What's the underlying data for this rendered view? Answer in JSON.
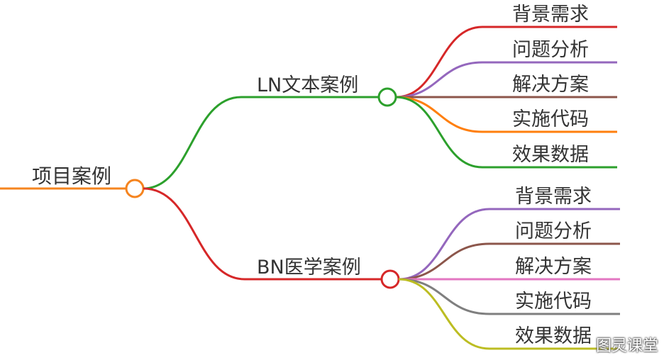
{
  "mindmap": {
    "root": {
      "label": "项目案例",
      "color": "#f5841f"
    },
    "branches": [
      {
        "label": "LN文本案例",
        "color": "#2ca02c",
        "children": [
          {
            "label": "背景需求",
            "color": "#d62728"
          },
          {
            "label": "问题分析",
            "color": "#9467bd"
          },
          {
            "label": "解决方案",
            "color": "#8c564b"
          },
          {
            "label": "实施代码",
            "color": "#ff7f0e"
          },
          {
            "label": "效果数据",
            "color": "#2ca02c"
          }
        ]
      },
      {
        "label": "BN医学案例",
        "color": "#d62728",
        "children": [
          {
            "label": "背景需求",
            "color": "#9467bd"
          },
          {
            "label": "问题分析",
            "color": "#8c564b"
          },
          {
            "label": "解决方案",
            "color": "#e377c2"
          },
          {
            "label": "实施代码",
            "color": "#7f7f7f"
          },
          {
            "label": "效果数据",
            "color": "#bcbd22"
          }
        ]
      }
    ]
  },
  "watermark": "图灵课堂"
}
